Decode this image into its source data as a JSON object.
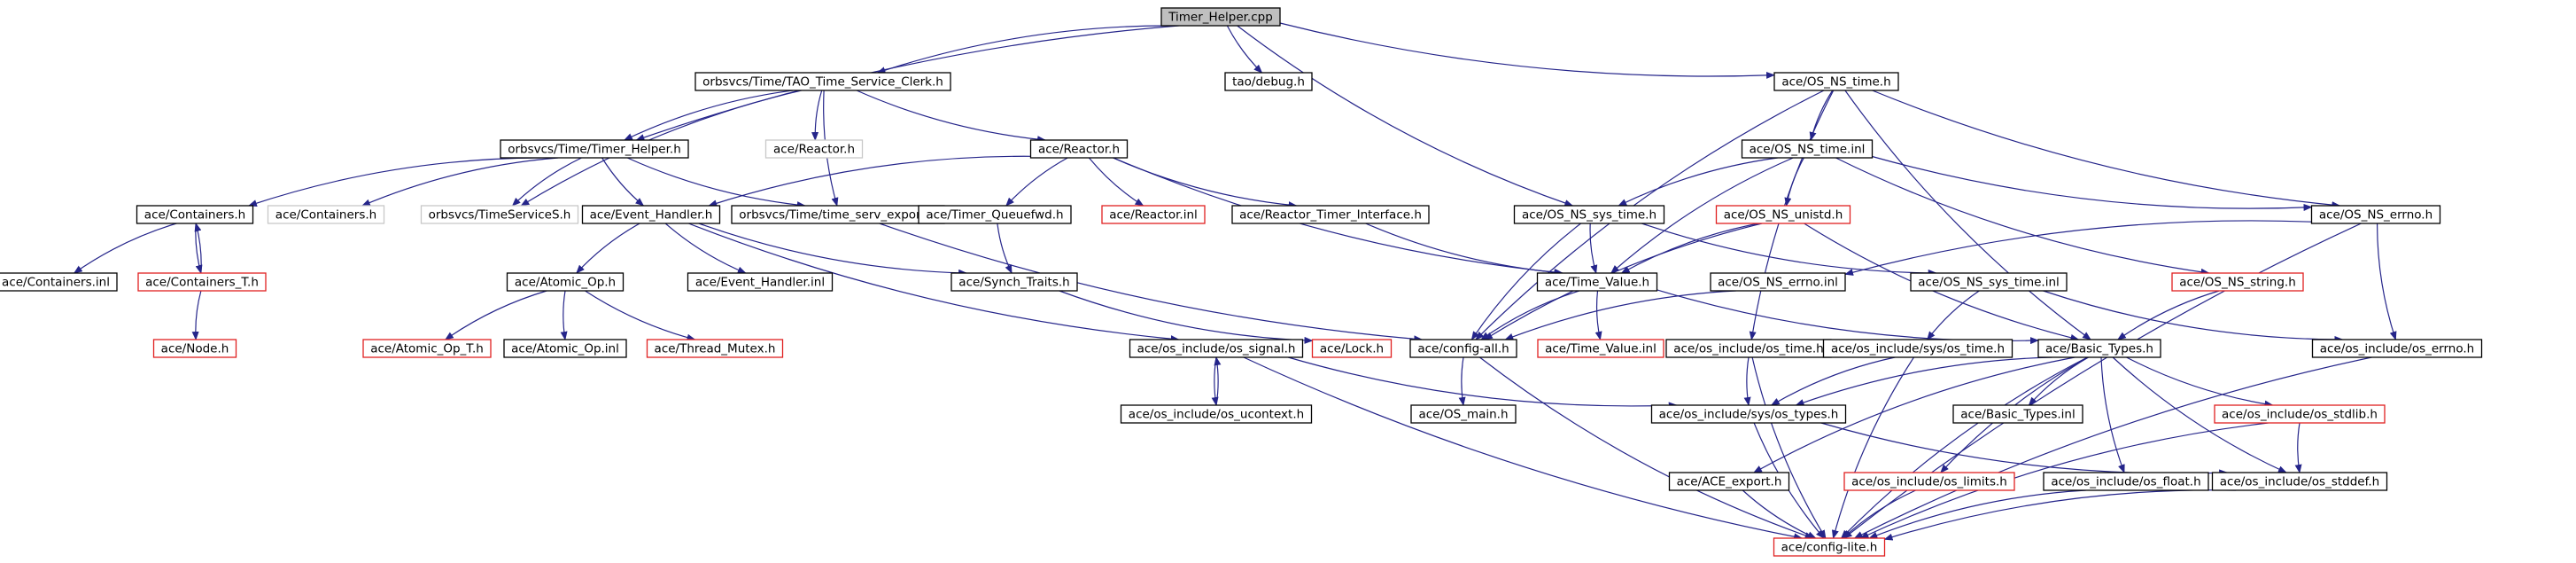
{
  "colors": {
    "edge": "#25258a",
    "border_normal": "#000000",
    "border_missing": "#c8c8c8",
    "border_truncated": "#e02020",
    "root_fill": "#bfbfbf",
    "node_fill": "#ffffff"
  },
  "nodes": [
    {
      "id": "timer_helper_cpp",
      "label": "Timer_Helper.cpp",
      "style": "root"
    },
    {
      "id": "tao_time_service_clerk",
      "label": "orbsvcs/Time/TAO_Time_Service_Clerk.h",
      "style": "normal"
    },
    {
      "id": "tao_debug",
      "label": "tao/debug.h",
      "style": "normal"
    },
    {
      "id": "os_ns_time_h",
      "label": "ace/OS_NS_time.h",
      "style": "normal"
    },
    {
      "id": "timer_helper_h",
      "label": "orbsvcs/Time/Timer_Helper.h",
      "style": "normal"
    },
    {
      "id": "reactor_h_missing",
      "label": "ace/Reactor.h",
      "style": "missing"
    },
    {
      "id": "reactor_h",
      "label": "ace/Reactor.h",
      "style": "normal"
    },
    {
      "id": "os_ns_time_inl",
      "label": "ace/OS_NS_time.inl",
      "style": "normal"
    },
    {
      "id": "containers_h",
      "label": "ace/Containers.h",
      "style": "normal"
    },
    {
      "id": "containers_h_missing",
      "label": "ace/Containers.h",
      "style": "missing"
    },
    {
      "id": "timeservices_h",
      "label": "orbsvcs/TimeServiceS.h",
      "style": "missing"
    },
    {
      "id": "event_handler_h",
      "label": "ace/Event_Handler.h",
      "style": "normal"
    },
    {
      "id": "time_serv_export",
      "label": "orbsvcs/Time/time_serv_export.h",
      "style": "normal"
    },
    {
      "id": "timer_queuefwd",
      "label": "ace/Timer_Queuefwd.h",
      "style": "normal"
    },
    {
      "id": "reactor_inl",
      "label": "ace/Reactor.inl",
      "style": "truncated"
    },
    {
      "id": "reactor_timer_interface",
      "label": "ace/Reactor_Timer_Interface.h",
      "style": "normal"
    },
    {
      "id": "os_ns_sys_time_h",
      "label": "ace/OS_NS_sys_time.h",
      "style": "normal"
    },
    {
      "id": "os_ns_unistd_h",
      "label": "ace/OS_NS_unistd.h",
      "style": "truncated"
    },
    {
      "id": "os_ns_errno_h",
      "label": "ace/OS_NS_errno.h",
      "style": "normal"
    },
    {
      "id": "containers_inl",
      "label": "ace/Containers.inl",
      "style": "normal"
    },
    {
      "id": "containers_t_h",
      "label": "ace/Containers_T.h",
      "style": "truncated"
    },
    {
      "id": "atomic_op_h",
      "label": "ace/Atomic_Op.h",
      "style": "normal"
    },
    {
      "id": "event_handler_inl",
      "label": "ace/Event_Handler.inl",
      "style": "normal"
    },
    {
      "id": "synch_traits_h",
      "label": "ace/Synch_Traits.h",
      "style": "normal"
    },
    {
      "id": "time_value_h",
      "label": "ace/Time_Value.h",
      "style": "normal"
    },
    {
      "id": "os_ns_errno_inl",
      "label": "ace/OS_NS_errno.inl",
      "style": "normal"
    },
    {
      "id": "os_ns_sys_time_inl",
      "label": "ace/OS_NS_sys_time.inl",
      "style": "normal"
    },
    {
      "id": "os_ns_string_h",
      "label": "ace/OS_NS_string.h",
      "style": "truncated"
    },
    {
      "id": "node_h",
      "label": "ace/Node.h",
      "style": "truncated"
    },
    {
      "id": "atomic_op_t_h",
      "label": "ace/Atomic_Op_T.h",
      "style": "truncated"
    },
    {
      "id": "atomic_op_inl",
      "label": "ace/Atomic_Op.inl",
      "style": "normal"
    },
    {
      "id": "thread_mutex_h",
      "label": "ace/Thread_Mutex.h",
      "style": "truncated"
    },
    {
      "id": "os_signal_h",
      "label": "ace/os_include/os_signal.h",
      "style": "normal"
    },
    {
      "id": "lock_h",
      "label": "ace/Lock.h",
      "style": "truncated"
    },
    {
      "id": "config_all_h",
      "label": "ace/config-all.h",
      "style": "normal"
    },
    {
      "id": "time_value_inl",
      "label": "ace/Time_Value.inl",
      "style": "truncated"
    },
    {
      "id": "os_time_h",
      "label": "ace/os_include/os_time.h",
      "style": "normal"
    },
    {
      "id": "sys_os_time_h",
      "label": "ace/os_include/sys/os_time.h",
      "style": "normal"
    },
    {
      "id": "basic_types_h",
      "label": "ace/Basic_Types.h",
      "style": "normal"
    },
    {
      "id": "os_errno_h",
      "label": "ace/os_include/os_errno.h",
      "style": "normal"
    },
    {
      "id": "os_ucontext_h",
      "label": "ace/os_include/os_ucontext.h",
      "style": "normal"
    },
    {
      "id": "os_main_h",
      "label": "ace/OS_main.h",
      "style": "normal"
    },
    {
      "id": "sys_os_types_h",
      "label": "ace/os_include/sys/os_types.h",
      "style": "normal"
    },
    {
      "id": "basic_types_inl",
      "label": "ace/Basic_Types.inl",
      "style": "normal"
    },
    {
      "id": "os_stdlib_h",
      "label": "ace/os_include/os_stdlib.h",
      "style": "truncated"
    },
    {
      "id": "ace_export_h",
      "label": "ace/ACE_export.h",
      "style": "normal"
    },
    {
      "id": "os_limits_h",
      "label": "ace/os_include/os_limits.h",
      "style": "truncated"
    },
    {
      "id": "os_float_h",
      "label": "ace/os_include/os_float.h",
      "style": "normal"
    },
    {
      "id": "os_stddef_h",
      "label": "ace/os_include/os_stddef.h",
      "style": "normal"
    },
    {
      "id": "config_lite_h",
      "label": "ace/config-lite.h",
      "style": "truncated"
    }
  ],
  "edges": [
    [
      "timer_helper_cpp",
      "tao_time_service_clerk"
    ],
    [
      "timer_helper_cpp",
      "tao_debug"
    ],
    [
      "timer_helper_cpp",
      "os_ns_time_h"
    ],
    [
      "timer_helper_cpp",
      "timer_helper_h"
    ],
    [
      "timer_helper_cpp",
      "os_ns_sys_time_h"
    ],
    [
      "tao_time_service_clerk",
      "timer_helper_h"
    ],
    [
      "tao_time_service_clerk",
      "reactor_h_missing"
    ],
    [
      "tao_time_service_clerk",
      "reactor_h"
    ],
    [
      "tao_time_service_clerk",
      "timeservices_h"
    ],
    [
      "tao_time_service_clerk",
      "time_serv_export"
    ],
    [
      "timer_helper_h",
      "containers_h"
    ],
    [
      "timer_helper_h",
      "containers_h_missing"
    ],
    [
      "timer_helper_h",
      "timeservices_h"
    ],
    [
      "timer_helper_h",
      "event_handler_h"
    ],
    [
      "timer_helper_h",
      "time_serv_export"
    ],
    [
      "reactor_h",
      "event_handler_h"
    ],
    [
      "reactor_h",
      "timer_queuefwd"
    ],
    [
      "reactor_h",
      "reactor_inl"
    ],
    [
      "reactor_h",
      "reactor_timer_interface"
    ],
    [
      "reactor_h",
      "time_value_h"
    ],
    [
      "os_ns_time_h",
      "os_ns_time_inl"
    ],
    [
      "os_ns_time_h",
      "os_ns_errno_h"
    ],
    [
      "os_ns_time_h",
      "config_all_h"
    ],
    [
      "os_ns_time_h",
      "basic_types_h"
    ],
    [
      "os_ns_time_h",
      "os_time_h"
    ],
    [
      "os_ns_time_inl",
      "os_ns_sys_time_h"
    ],
    [
      "os_ns_time_inl",
      "os_ns_unistd_h"
    ],
    [
      "os_ns_time_inl",
      "os_ns_errno_h"
    ],
    [
      "os_ns_time_inl",
      "time_value_h"
    ],
    [
      "os_ns_time_inl",
      "os_ns_string_h"
    ],
    [
      "containers_h",
      "containers_inl"
    ],
    [
      "containers_h",
      "containers_t_h"
    ],
    [
      "containers_t_h",
      "containers_h"
    ],
    [
      "containers_t_h",
      "node_h"
    ],
    [
      "event_handler_h",
      "atomic_op_h"
    ],
    [
      "event_handler_h",
      "event_handler_inl"
    ],
    [
      "event_handler_h",
      "synch_traits_h"
    ],
    [
      "event_handler_h",
      "os_signal_h"
    ],
    [
      "time_serv_export",
      "config_all_h"
    ],
    [
      "timer_queuefwd",
      "synch_traits_h"
    ],
    [
      "reactor_timer_interface",
      "time_value_h"
    ],
    [
      "os_ns_sys_time_h",
      "time_value_h"
    ],
    [
      "os_ns_sys_time_h",
      "os_ns_sys_time_inl"
    ],
    [
      "os_ns_sys_time_h",
      "config_all_h"
    ],
    [
      "os_ns_unistd_h",
      "time_value_h"
    ],
    [
      "os_ns_unistd_h",
      "basic_types_h"
    ],
    [
      "os_ns_unistd_h",
      "config_all_h"
    ],
    [
      "os_ns_errno_h",
      "os_ns_errno_inl"
    ],
    [
      "os_ns_errno_h",
      "os_errno_h"
    ],
    [
      "os_ns_errno_h",
      "config_lite_h"
    ],
    [
      "atomic_op_h",
      "atomic_op_t_h"
    ],
    [
      "atomic_op_h",
      "atomic_op_inl"
    ],
    [
      "atomic_op_h",
      "thread_mutex_h"
    ],
    [
      "synch_traits_h",
      "lock_h"
    ],
    [
      "time_value_h",
      "config_all_h"
    ],
    [
      "time_value_h",
      "time_value_inl"
    ],
    [
      "time_value_h",
      "basic_types_h"
    ],
    [
      "os_ns_errno_inl",
      "config_all_h"
    ],
    [
      "os_ns_sys_time_inl",
      "sys_os_time_h"
    ],
    [
      "os_ns_sys_time_inl",
      "os_errno_h"
    ],
    [
      "os_ns_string_h",
      "basic_types_h"
    ],
    [
      "os_signal_h",
      "os_ucontext_h"
    ],
    [
      "os_ucontext_h",
      "os_signal_h"
    ],
    [
      "os_signal_h",
      "sys_os_types_h"
    ],
    [
      "os_signal_h",
      "config_lite_h"
    ],
    [
      "config_all_h",
      "os_main_h"
    ],
    [
      "config_all_h",
      "config_lite_h"
    ],
    [
      "os_time_h",
      "sys_os_types_h"
    ],
    [
      "os_time_h",
      "config_lite_h"
    ],
    [
      "sys_os_time_h",
      "sys_os_types_h"
    ],
    [
      "sys_os_time_h",
      "config_lite_h"
    ],
    [
      "basic_types_h",
      "basic_types_inl"
    ],
    [
      "basic_types_h",
      "os_stdlib_h"
    ],
    [
      "basic_types_h",
      "ace_export_h"
    ],
    [
      "basic_types_h",
      "os_limits_h"
    ],
    [
      "basic_types_h",
      "os_float_h"
    ],
    [
      "basic_types_h",
      "os_stddef_h"
    ],
    [
      "basic_types_h",
      "sys_os_types_h"
    ],
    [
      "basic_types_h",
      "config_lite_h"
    ],
    [
      "os_errno_h",
      "config_lite_h"
    ],
    [
      "sys_os_types_h",
      "os_stddef_h"
    ],
    [
      "sys_os_types_h",
      "config_lite_h"
    ],
    [
      "os_stdlib_h",
      "os_stddef_h"
    ],
    [
      "os_stdlib_h",
      "config_lite_h"
    ],
    [
      "ace_export_h",
      "config_lite_h"
    ],
    [
      "os_limits_h",
      "config_lite_h"
    ],
    [
      "os_float_h",
      "config_lite_h"
    ],
    [
      "os_stddef_h",
      "config_lite_h"
    ]
  ]
}
